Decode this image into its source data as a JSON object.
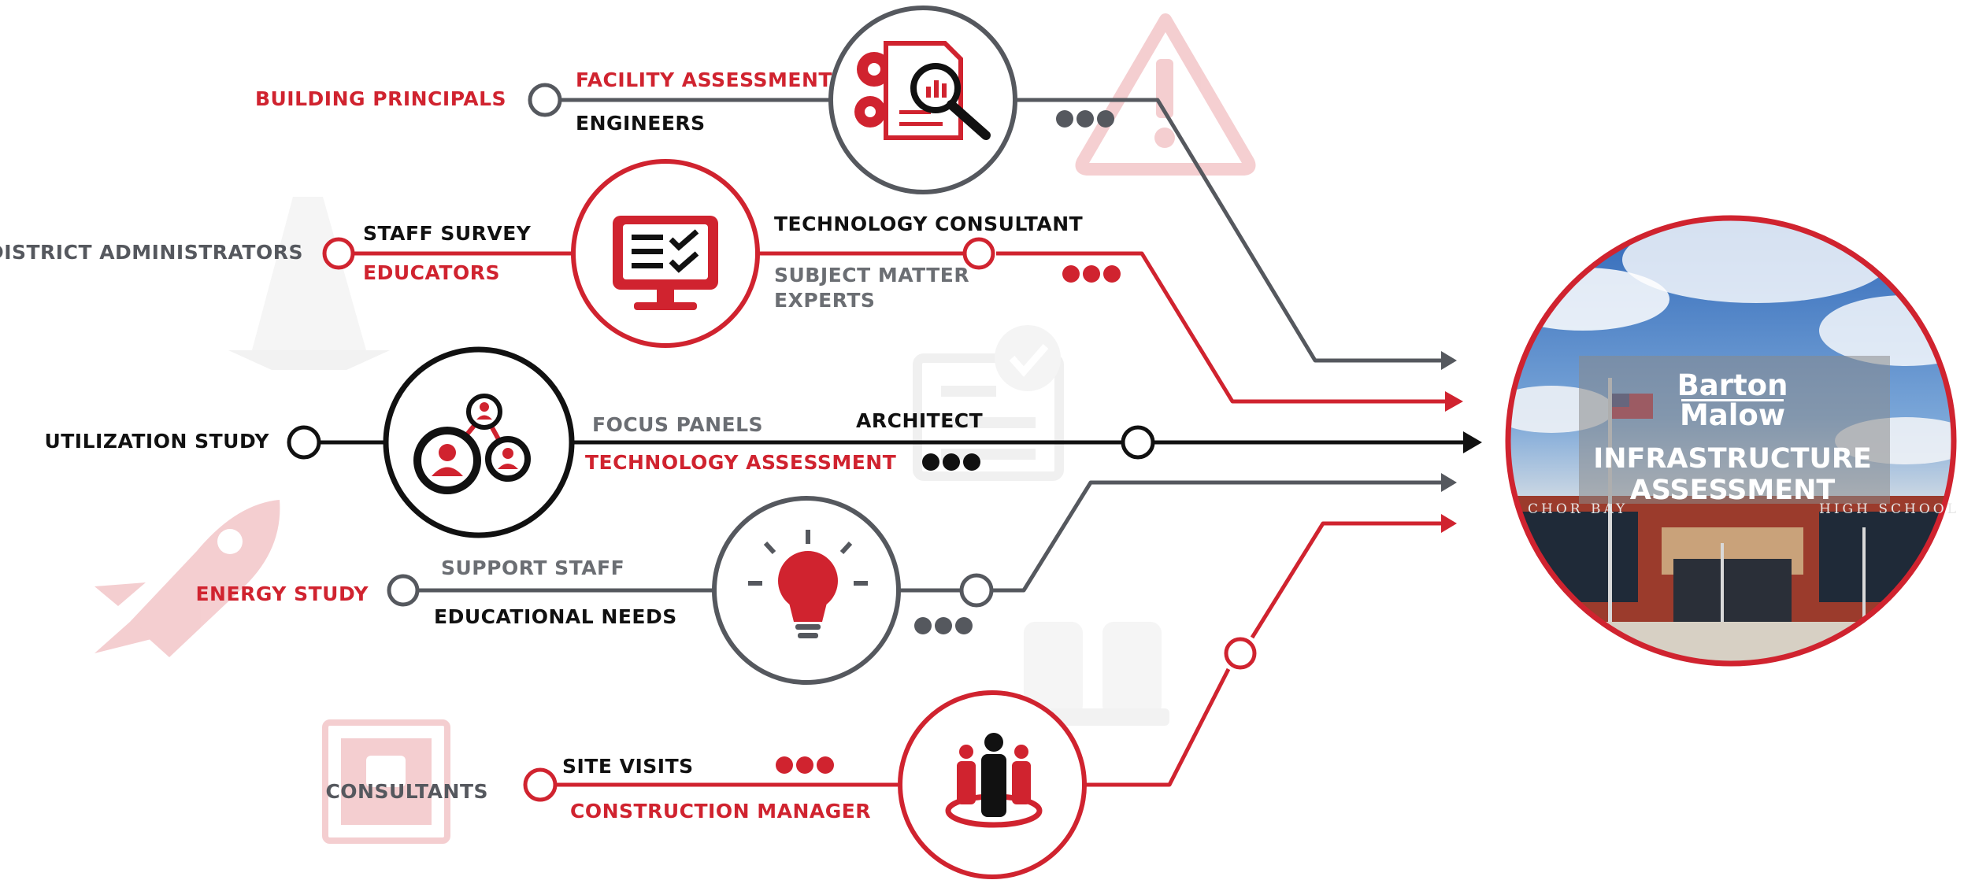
{
  "colors": {
    "red": "#d0232f",
    "dark": "#111111",
    "gray": "#55585e",
    "faint_red": "#f4d6d8",
    "faint_gray": "#ececec"
  },
  "rows": {
    "facility": {
      "left_label": "BUILDING PRINCIPALS",
      "top_label": "FACILITY ASSESSMENT",
      "bottom_label": "ENGINEERS",
      "icon": "document-magnifier-gears-icon"
    },
    "survey": {
      "left_label": "DISTRICT ADMINISTRATORS",
      "top_label": "STAFF  SURVEY",
      "bottom_label": "EDUCATORS",
      "right_top_label": "TECHNOLOGY CONSULTANT",
      "right_bottom_label_1": "SUBJECT MATTER",
      "right_bottom_label_2": "EXPERTS",
      "icon": "monitor-checklist-icon"
    },
    "utilization": {
      "left_label": "UTILIZATION STUDY",
      "top_label": "FOCUS PANELS",
      "bottom_label": "TECHNOLOGY ASSESSMENT",
      "right_label": "ARCHITECT",
      "icon": "people-network-icon"
    },
    "energy": {
      "left_label": "ENERGY STUDY",
      "top_label": "SUPPORT STAFF",
      "bottom_label": "EDUCATIONAL NEEDS",
      "icon": "lightbulb-icon"
    },
    "site": {
      "left_label": "CONSULTANTS",
      "top_label": "SITE VISITS",
      "bottom_label": "CONSTRUCTION MANAGER",
      "icon": "team-group-icon"
    }
  },
  "destination": {
    "logo_line_1": "Barton",
    "logo_line_2": "Malow",
    "title_line_1": "INFRASTRUCTURE",
    "title_line_2": "ASSESSMENT",
    "sign_left": "CHOR  BAY",
    "sign_right": "HIGH  SCHOOL"
  }
}
